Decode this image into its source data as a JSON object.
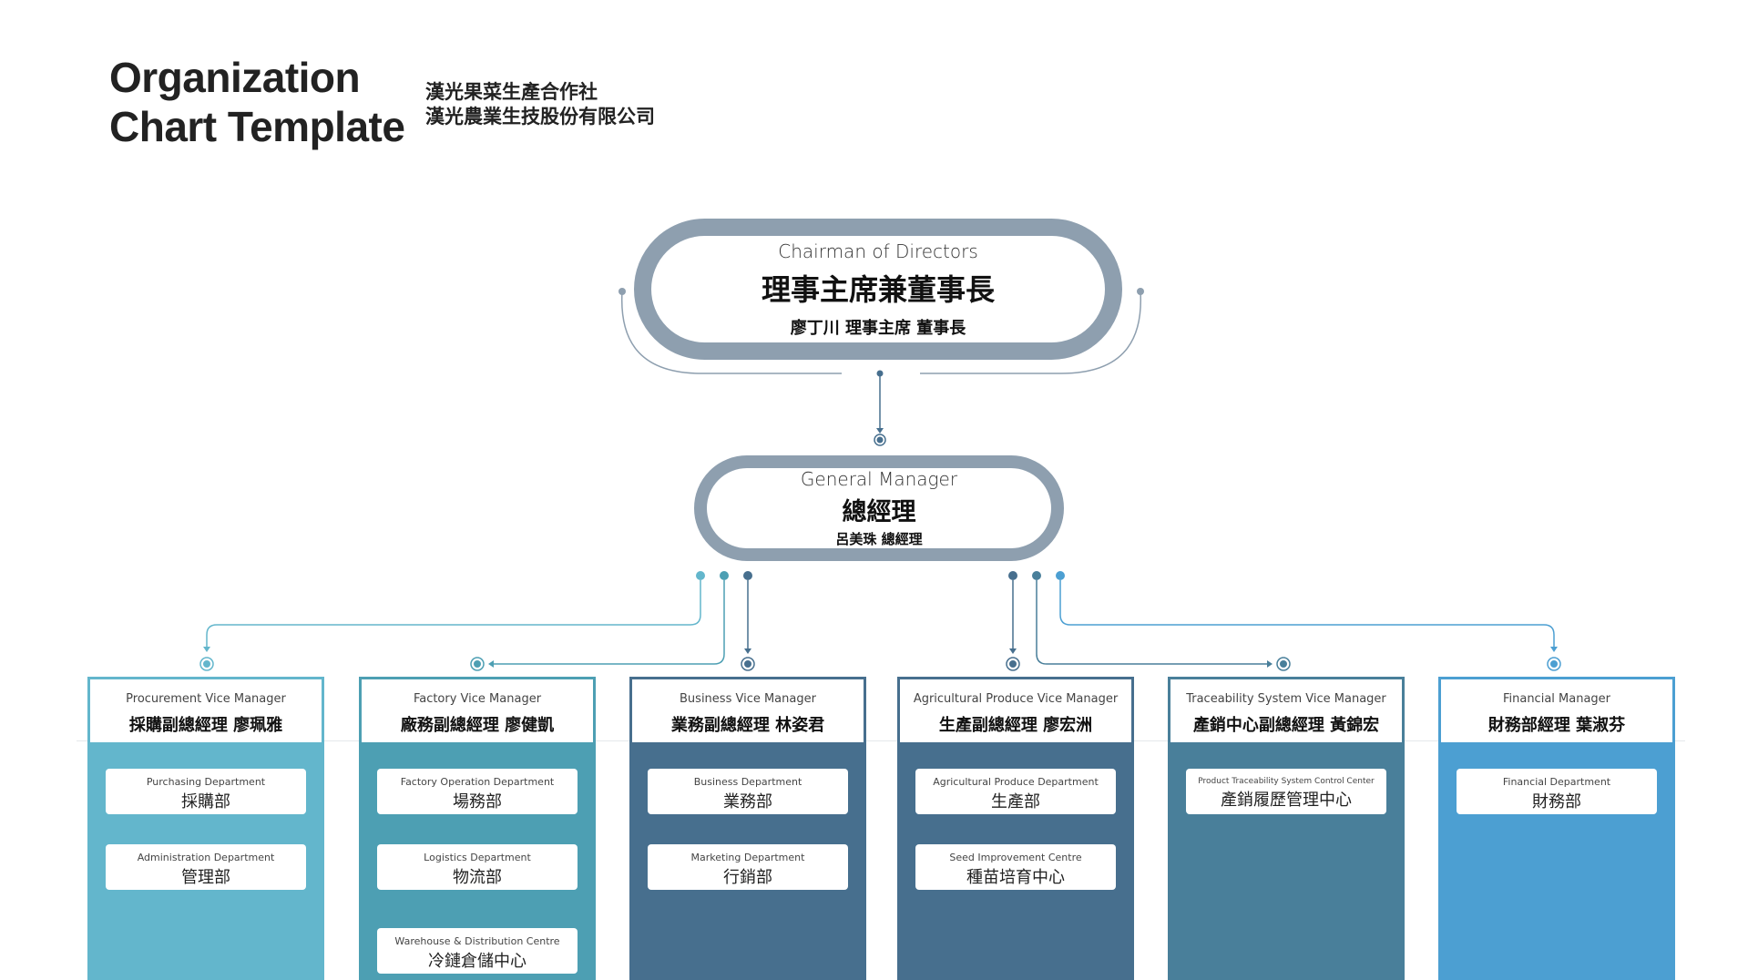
{
  "header": {
    "title_line1": "Organization",
    "title_line2": "Chart Template",
    "org_line1": "漢光果菜生產合作社",
    "org_line2": "漢光農業生技股份有限公司"
  },
  "chairman": {
    "title_en": "Chairman of Directors",
    "title_zh": "理事主席兼董事長",
    "name": "廖丁川 理事主席 董事長"
  },
  "general_manager": {
    "title_en": "General Manager",
    "title_zh": "總經理",
    "name": "呂美珠 總經理"
  },
  "colors": {
    "pill_border": "#8e9faf",
    "chairman_line": "#8e9faf",
    "procurement": "#63b6cc",
    "factory": "#4d9fb3",
    "business": "#476f8e",
    "agricultural": "#476f8e",
    "traceability": "#497f9a",
    "financial": "#4c9fd2"
  },
  "divisions": [
    {
      "role": "Procurement Vice Manager",
      "name": "採購副總經理 廖珮雅",
      "color": "#63b6cc",
      "departments": [
        {
          "en": "Purchasing Department",
          "zh": "採購部"
        },
        {
          "en": "Administration Department",
          "zh": "管理部"
        }
      ]
    },
    {
      "role": "Factory Vice Manager",
      "name": "廠務副總經理 廖健凱",
      "color": "#4d9fb3",
      "departments": [
        {
          "en": "Factory Operation Department",
          "zh": "場務部"
        },
        {
          "en": "Logistics Department",
          "zh": "物流部"
        },
        {
          "en": "Warehouse & Distribution Centre",
          "zh": "冷鏈倉儲中心"
        }
      ]
    },
    {
      "role": "Business Vice Manager",
      "name": "業務副總經理 林姿君",
      "color": "#476f8e",
      "departments": [
        {
          "en": "Business Department",
          "zh": "業務部"
        },
        {
          "en": "Marketing Department",
          "zh": "行銷部"
        }
      ]
    },
    {
      "role": "Agricultural Produce Vice Manager",
      "name": "生產副總經理  廖宏洲",
      "color": "#476f8e",
      "departments": [
        {
          "en": "Agricultural Produce Department",
          "zh": "生產部"
        },
        {
          "en": "Seed Improvement Centre",
          "zh": "種苗培育中心"
        }
      ]
    },
    {
      "role": "Traceability System Vice Manager",
      "name": "產銷中心副總經理 黃錦宏",
      "color": "#497f9a",
      "departments": [
        {
          "en": "Product Traceability System Control Center",
          "zh": "產銷履歷管理中心"
        }
      ]
    },
    {
      "role": "Financial Manager",
      "name": "財務部經理  葉淑芬",
      "color": "#4c9fd2",
      "departments": [
        {
          "en": "Financial Department",
          "zh": "財務部"
        }
      ]
    }
  ]
}
